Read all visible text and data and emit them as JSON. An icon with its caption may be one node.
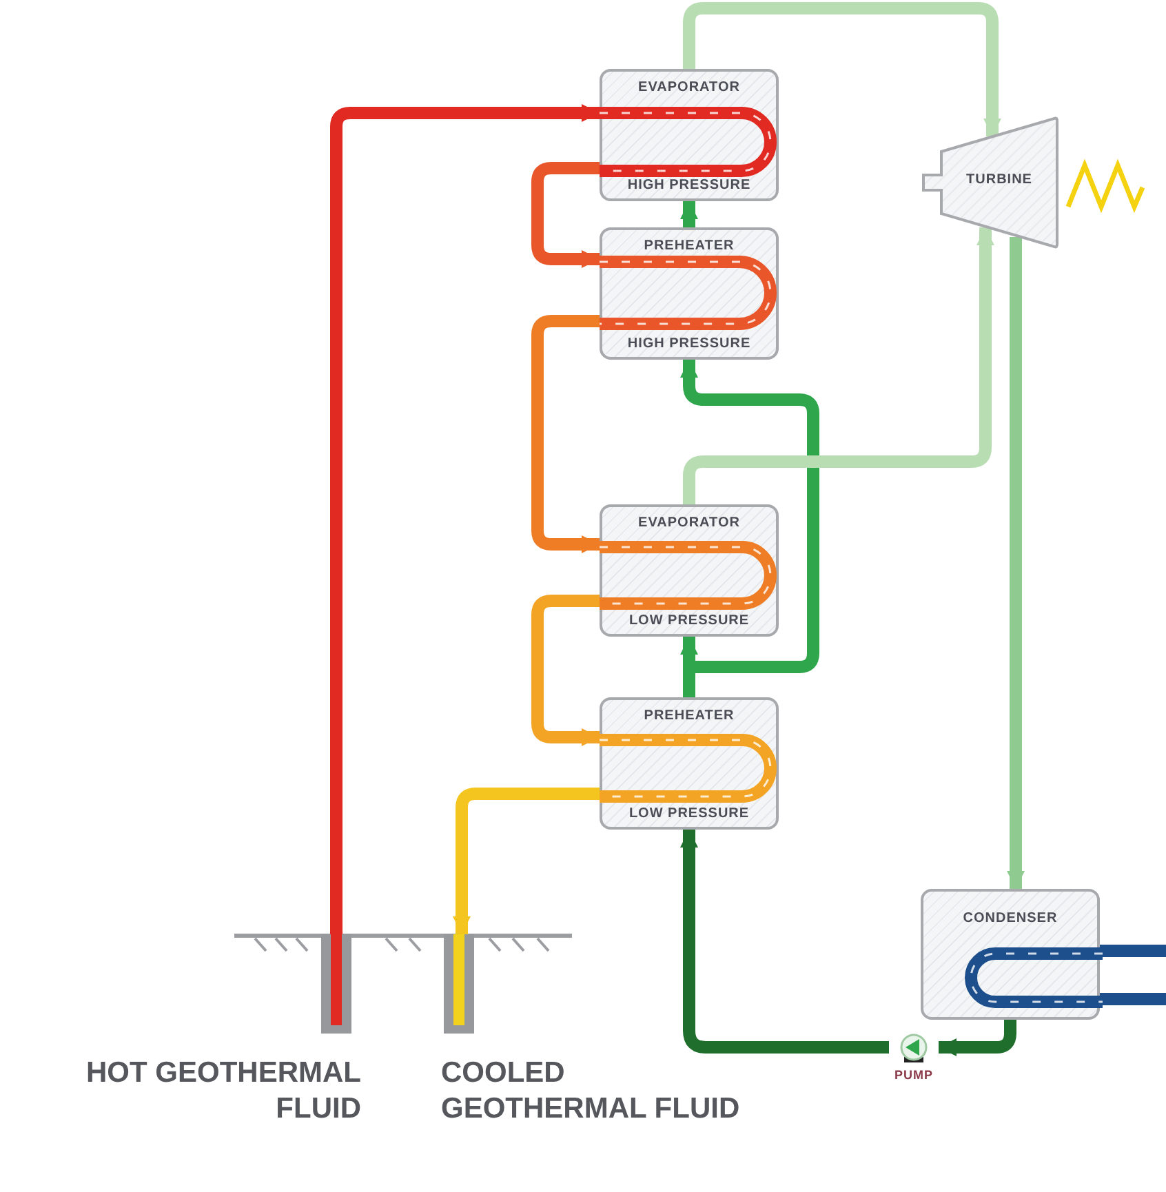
{
  "diagram": {
    "nodes": [
      {
        "text": [
          "EVAPORATOR",
          "HIGH PRESSURE"
        ]
      },
      {
        "text": [
          "PREHEATER",
          "HIGH PRESSURE"
        ]
      },
      {
        "text": [
          "EVAPORATOR",
          "LOW PRESSURE"
        ]
      },
      {
        "text": [
          "PREHEATER",
          "LOW PRESSURE"
        ]
      },
      {
        "text": [
          "TURBINE"
        ]
      },
      {
        "text": [
          "CONDENSER"
        ]
      },
      {
        "text": [
          "PUMP"
        ]
      },
      {
        "text": [
          "HOT GEOTHERMAL FLUID"
        ]
      },
      {
        "text": [
          "COOLED GEOTHERMAL FLUID"
        ]
      }
    ],
    "edges": [
      {
        "from": 7,
        "to": 0,
        "arrow": "to",
        "color": "#e02a22"
      },
      {
        "from": 0,
        "to": 1,
        "arrow": "to",
        "color": "#e8562a"
      },
      {
        "from": 1,
        "to": 2,
        "arrow": "to",
        "color": "#ee7d25"
      },
      {
        "from": 2,
        "to": 3,
        "arrow": "to",
        "color": "#f4a424"
      },
      {
        "from": 3,
        "to": 8,
        "arrow": "to",
        "color": "#f3c51e"
      },
      {
        "from": 6,
        "to": 3,
        "arrow": "to",
        "color": "#1f6e2c"
      },
      {
        "from": 3,
        "to": 2,
        "arrow": "to",
        "color": "#2fa64b"
      },
      {
        "from": 3,
        "to": 1,
        "arrow": "to",
        "color": "#2fa64b"
      },
      {
        "from": 1,
        "to": 0,
        "arrow": "to",
        "color": "#2fa64b"
      },
      {
        "from": 0,
        "to": 4,
        "arrow": "to",
        "color": "#b9ddb3"
      },
      {
        "from": 2,
        "to": 4,
        "arrow": "to",
        "color": "#b9ddb3"
      },
      {
        "from": 4,
        "to": 5,
        "arrow": "to",
        "color": "#8fcb90"
      },
      {
        "from": 5,
        "to": 6,
        "arrow": "to",
        "color": "#1f6e2c"
      },
      {
        "from": null,
        "to": 5,
        "arrow": "none",
        "color": "#1d4f8c"
      },
      {
        "from": 5,
        "to": null,
        "arrow": "none",
        "color": "#1d4f8c"
      }
    ]
  }
}
